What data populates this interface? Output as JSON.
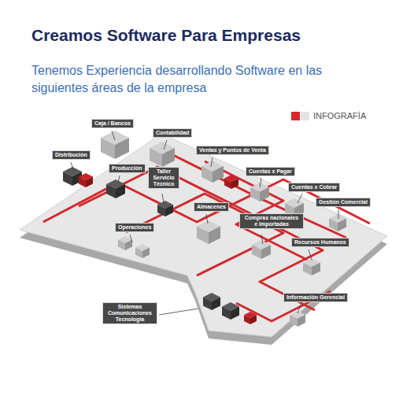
{
  "diagram": {
    "title": "Creamos Software Para Empresas",
    "nodes": [
      {
        "text": [
          "Caja / Bancos"
        ]
      },
      {
        "text": [
          "Contabilidad"
        ]
      },
      {
        "text": [
          "Distribución"
        ]
      },
      {
        "text": [
          "Ventas y Puntos de Venta"
        ]
      },
      {
        "text": [
          "Producción"
        ]
      },
      {
        "text": [
          "Taller Servicio Técnico"
        ]
      },
      {
        "text": [
          "Cuentas x Pagar"
        ]
      },
      {
        "text": [
          "Cuentas x Cobrar"
        ]
      },
      {
        "text": [
          "Almacenes"
        ]
      },
      {
        "text": [
          "Gestión Comercial"
        ]
      },
      {
        "text": [
          "Compras nacionales e importadas"
        ]
      },
      {
        "text": [
          "Operaciones"
        ]
      },
      {
        "text": [
          "Recursos Humanos"
        ]
      },
      {
        "text": [
          "Información Gerencial"
        ]
      },
      {
        "text": [
          "Sistemas Comunicaciones Tecnología"
        ]
      }
    ],
    "labels": [
      "Tenemos Experiencia desarrollando Software en las siguientes áreas de la empresa"
    ],
    "legend": [
      {
        "text": "INFOGRAFÍA",
        "color": "#d9262b"
      }
    ]
  }
}
